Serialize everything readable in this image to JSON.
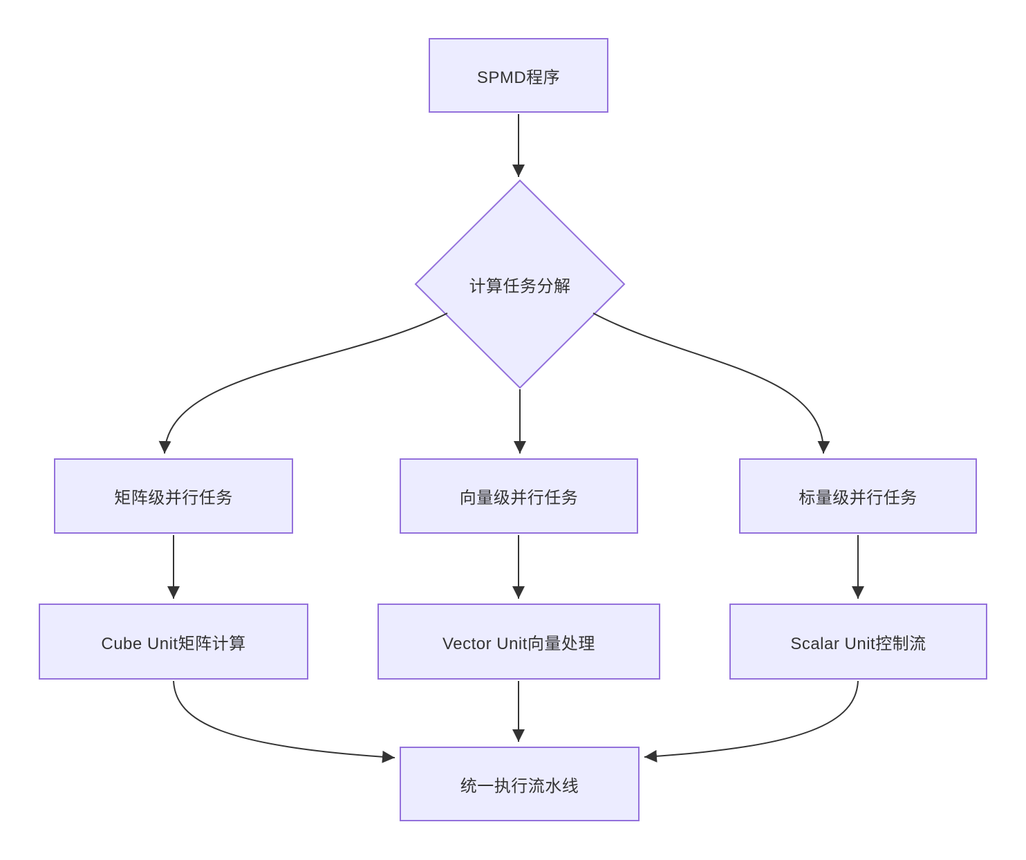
{
  "diagram": {
    "type": "flowchart",
    "direction": "top-down",
    "colors": {
      "background": "#ffffff",
      "node_fill": "#ECECFF",
      "node_border": "#9370DB",
      "edge_color": "#333333",
      "text_color": "#333333"
    },
    "nodes": [
      {
        "id": "spmd",
        "shape": "rect",
        "label": "SPMD程序"
      },
      {
        "id": "decompose",
        "shape": "diamond",
        "label": "计算任务分解"
      },
      {
        "id": "matrix",
        "shape": "rect",
        "label": "矩阵级并行任务"
      },
      {
        "id": "vector",
        "shape": "rect",
        "label": "向量级并行任务"
      },
      {
        "id": "scalar",
        "shape": "rect",
        "label": "标量级并行任务"
      },
      {
        "id": "cube",
        "shape": "rect",
        "label": "Cube Unit矩阵计算"
      },
      {
        "id": "vecunit",
        "shape": "rect",
        "label": "Vector Unit向量处理"
      },
      {
        "id": "scalunit",
        "shape": "rect",
        "label": "Scalar Unit控制流"
      },
      {
        "id": "pipeline",
        "shape": "rect",
        "label": "统一执行流水线"
      }
    ],
    "edges": [
      {
        "from": "spmd",
        "to": "decompose"
      },
      {
        "from": "decompose",
        "to": "matrix"
      },
      {
        "from": "decompose",
        "to": "vector"
      },
      {
        "from": "decompose",
        "to": "scalar"
      },
      {
        "from": "matrix",
        "to": "cube"
      },
      {
        "from": "vector",
        "to": "vecunit"
      },
      {
        "from": "scalar",
        "to": "scalunit"
      },
      {
        "from": "cube",
        "to": "pipeline"
      },
      {
        "from": "vecunit",
        "to": "pipeline"
      },
      {
        "from": "scalunit",
        "to": "pipeline"
      }
    ]
  }
}
